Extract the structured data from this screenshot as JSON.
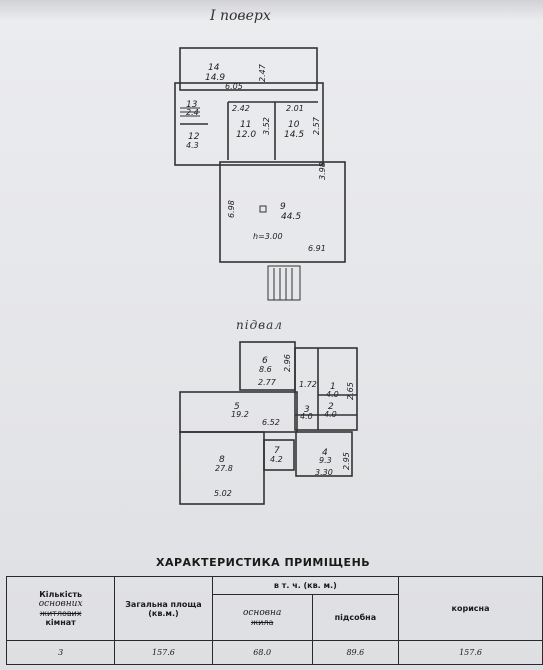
{
  "plan": {
    "floor_title": "I поверх",
    "basement_title": "підвал",
    "floor_rooms": [
      {
        "id": "14",
        "area": "14.9"
      },
      {
        "id": "11",
        "area": "12.0"
      },
      {
        "id": "10",
        "area": "14.5"
      },
      {
        "id": "13",
        "area": "2.4"
      },
      {
        "id": "12",
        "area": "4.3"
      },
      {
        "id": "9",
        "area": "44.5"
      }
    ],
    "floor_dims": [
      "6.05",
      "2.47",
      "2.42",
      "3.52",
      "2.01",
      "2.57",
      "3.98",
      "6.98",
      "6.91",
      "h=3.00"
    ],
    "basement_rooms": [
      {
        "id": "6",
        "area": "8.6"
      },
      {
        "id": "5",
        "area": "19.2"
      },
      {
        "id": "8",
        "area": "27.8"
      },
      {
        "id": "7",
        "area": "4.2"
      },
      {
        "id": "4",
        "area": "9.3"
      },
      {
        "id": "3",
        "area": "4.0"
      },
      {
        "id": "2",
        "area": "4.0"
      },
      {
        "id": "1",
        "area": "4.0"
      }
    ],
    "basement_dims": [
      "2.77",
      "2.96",
      "6.52",
      "5.02",
      "3.30",
      "2.95",
      "1.72",
      "2.65"
    ]
  },
  "table": {
    "title": "ХАРАКТЕРИСТИКА ПРИМІЩЕНЬ",
    "col_rooms": "Кількість",
    "col_rooms_hand": "основних",
    "col_rooms_crossed": "житлових",
    "col_rooms_suffix": "кімнат",
    "col_total": "Загальна площа (кв.м.)",
    "col_incl": "в т. ч. (кв. м.)",
    "col_main_hand": "основна",
    "col_main_crossed": "жила",
    "col_aux": "підсобна",
    "col_useful": "корисна",
    "values": {
      "rooms": "3",
      "total": "157.6",
      "main": "68.0",
      "aux": "89.6",
      "useful": "157.6"
    }
  }
}
